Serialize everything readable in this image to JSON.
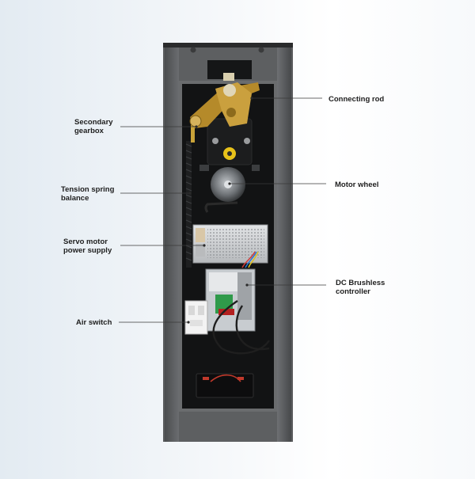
{
  "colors": {
    "cabinet": "#5a5c5e",
    "cabinet_dark": "#2e3032",
    "interior": "#121314",
    "leader": "#3a3a3a"
  },
  "labels": {
    "connecting_rod": "Connecting rod",
    "secondary_gearbox": "Secondary\ngearbox",
    "motor_wheel": "Motor wheel",
    "tension_spring": "Tension spring\nbalance",
    "servo_power": "Servo motor\npower supply",
    "dc_controller": "DC Brushless\ncontroller",
    "air_switch": "Air switch"
  }
}
